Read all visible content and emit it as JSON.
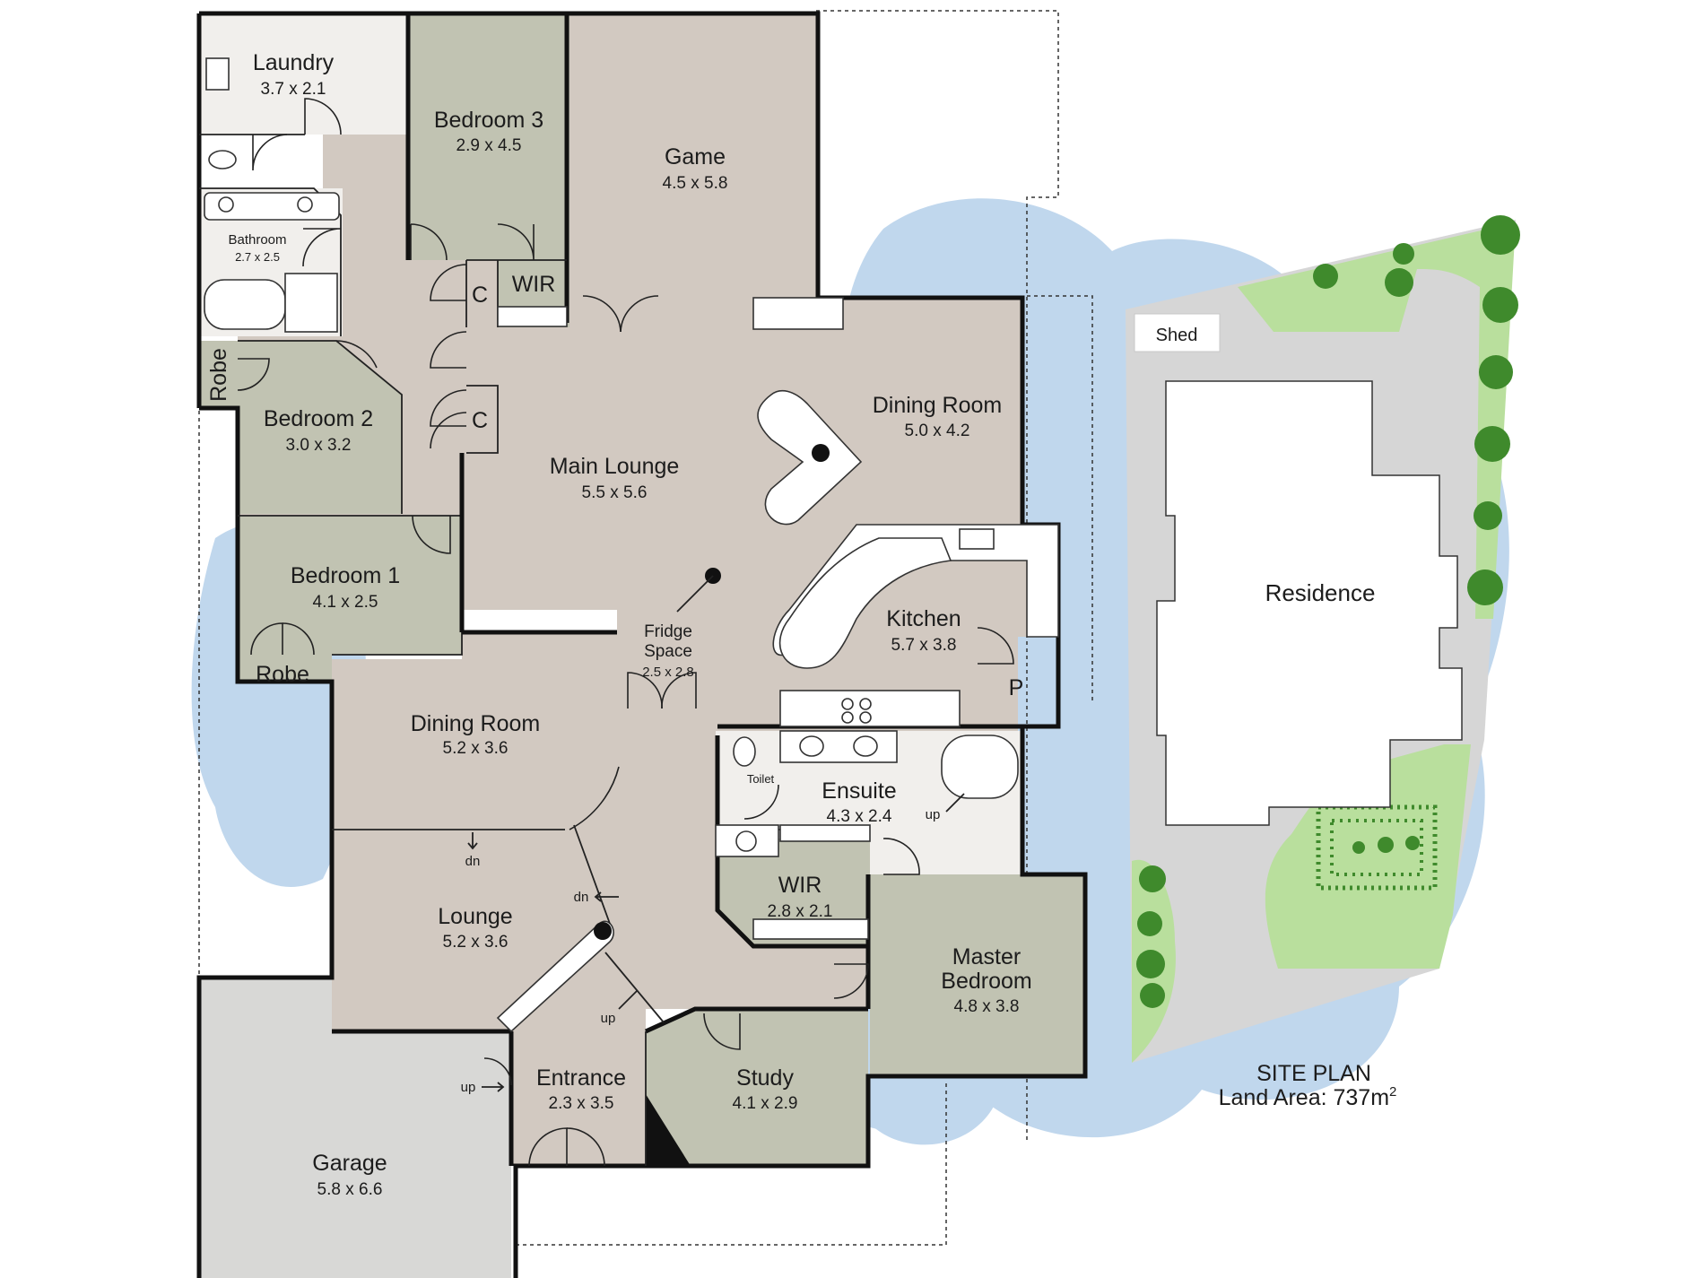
{
  "rooms": {
    "laundry": {
      "name": "Laundry",
      "dims": "3.7 x 2.1"
    },
    "bedroom3": {
      "name": "Bedroom 3",
      "dims": "2.9 x 4.5"
    },
    "game": {
      "name": "Game",
      "dims": "4.5 x 5.8"
    },
    "bathroom": {
      "name": "Bathroom",
      "dims": "2.7 x 2.5"
    },
    "wir_upper": {
      "name": "WIR"
    },
    "cupboard_1": {
      "name": "C"
    },
    "cupboard_2": {
      "name": "C"
    },
    "robe_left": {
      "name": "Robe"
    },
    "bedroom2": {
      "name": "Bedroom 2",
      "dims": "3.0 x 3.2"
    },
    "main_lounge": {
      "name": "Main Lounge",
      "dims": "5.5 x 5.6"
    },
    "dining_room_upper": {
      "name": "Dining Room",
      "dims": "5.0 x 4.2"
    },
    "bedroom1": {
      "name": "Bedroom 1",
      "dims": "4.1 x 2.5"
    },
    "robe_lower": {
      "name": "Robe"
    },
    "kitchen": {
      "name": "Kitchen",
      "dims": "5.7 x 3.8"
    },
    "fridge_space": {
      "name_line1": "Fridge",
      "name_line2": "Space",
      "dims": "2.5 x 2.8"
    },
    "pantry": {
      "name": "P"
    },
    "dining_room_lower": {
      "name": "Dining Room",
      "dims": "5.2 x 3.6"
    },
    "toilet": {
      "name": "Toilet"
    },
    "ensuite": {
      "name": "Ensuite",
      "dims": "4.3 x 2.4"
    },
    "lounge": {
      "name": "Lounge",
      "dims": "5.2 x 3.6"
    },
    "wir_master": {
      "name": "WIR",
      "dims": "2.8 x 2.1"
    },
    "master_bedroom": {
      "name_line1": "Master",
      "name_line2": "Bedroom",
      "dims": "4.8 x 3.8"
    },
    "entrance": {
      "name": "Entrance",
      "dims": "2.3 x 3.5"
    },
    "study": {
      "name": "Study",
      "dims": "4.1 x 2.9"
    },
    "garage": {
      "name": "Garage",
      "dims": "5.8 x 6.6"
    }
  },
  "stair_markers": {
    "dn_dining": "dn",
    "dn_hall": "dn",
    "up_entrance": "up",
    "up_garage": "up",
    "up_ensuite": "up"
  },
  "site_plan": {
    "shed": "Shed",
    "residence": "Residence",
    "title": "SITE PLAN",
    "land_area_label": "Land Area: 737m",
    "land_area_superscript": "2"
  },
  "colors": {
    "living": "#d2c9c1",
    "bedroom": "#c1c3b2",
    "garage": "#d8d8d6",
    "tile": "#f1efec",
    "lawn": "#b9df9d",
    "paving": "#d6d6d6",
    "water_wash": "#8db7df",
    "tree": "#3f8a2c"
  }
}
